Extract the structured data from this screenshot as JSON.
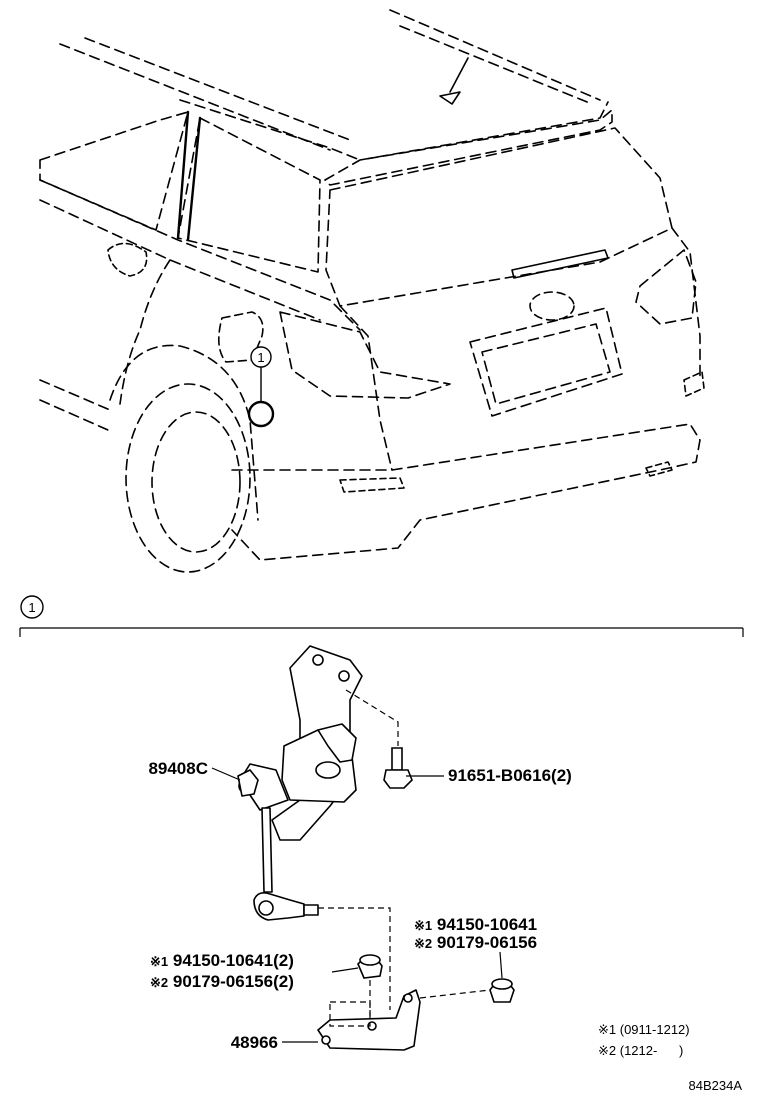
{
  "callout_number": "1",
  "section_number": "1",
  "parts": {
    "p1_number": "89408C",
    "p2_number": "91651-B0616",
    "p2_qty": "(2)",
    "p3_number": "48966",
    "nut_left_alt1_mark": "※1",
    "nut_left_alt1_number": "94150-10641",
    "nut_left_alt1_qty": "(2)",
    "nut_left_alt2_mark": "※2",
    "nut_left_alt2_number": "90179-06156",
    "nut_left_alt2_qty": "(2)",
    "nut_right_alt1_mark": "※1",
    "nut_right_alt1_number": "94150-10641",
    "nut_right_alt2_mark": "※2",
    "nut_right_alt2_number": "90179-06156"
  },
  "notes": {
    "n1_mark": "※1",
    "n1_text": "(0911-1212)",
    "n2_mark": "※2",
    "n2_text": "(1212-      )"
  },
  "diagram_ref": "84B234A"
}
